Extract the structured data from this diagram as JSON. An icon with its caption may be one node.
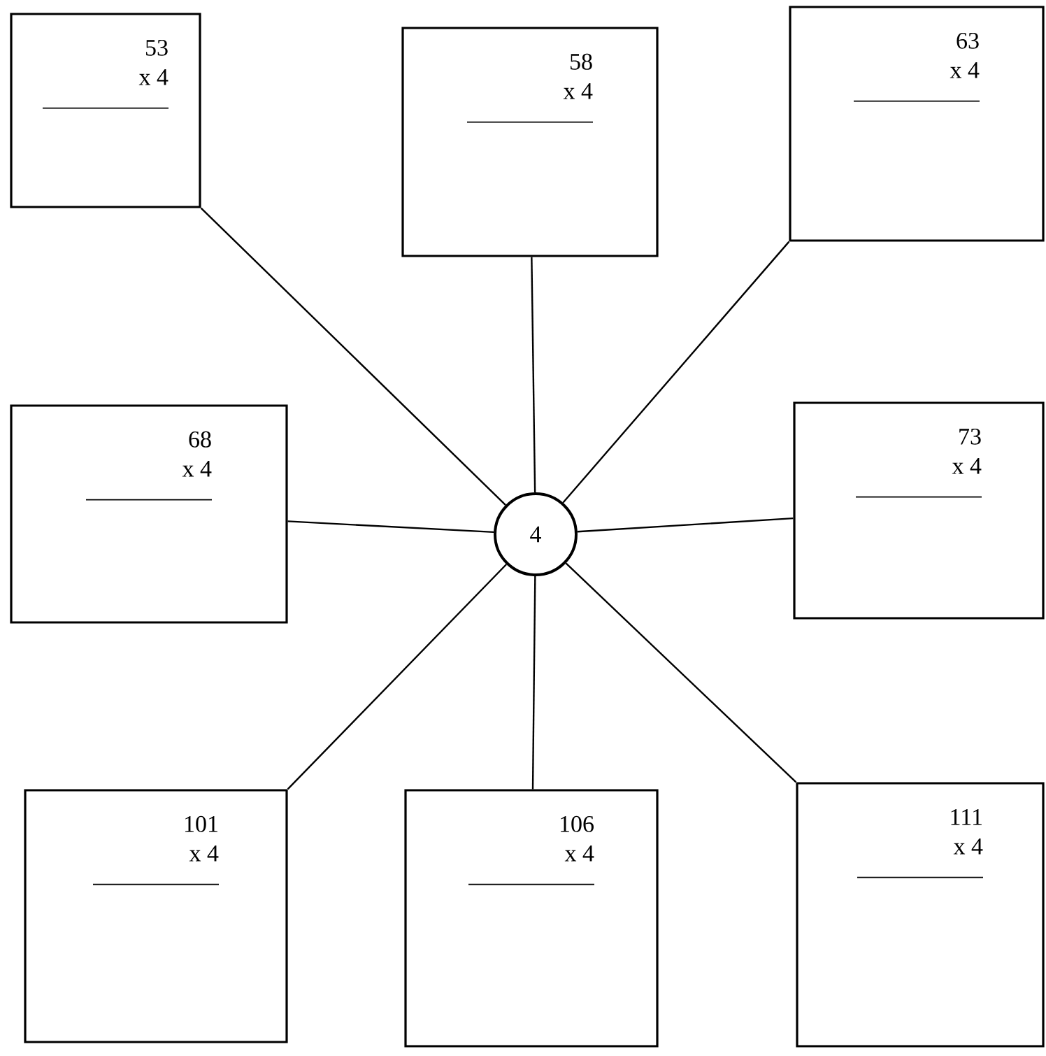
{
  "diagram": {
    "nodes": [
      {
        "text": [
          "4"
        ]
      },
      {
        "text": [
          "53",
          "x 4"
        ]
      },
      {
        "text": [
          "58",
          "x 4"
        ]
      },
      {
        "text": [
          "63",
          "x 4"
        ]
      },
      {
        "text": [
          "68",
          "x 4"
        ]
      },
      {
        "text": [
          "73",
          "x 4"
        ]
      },
      {
        "text": [
          "101",
          "x 4"
        ]
      },
      {
        "text": [
          "106",
          "x 4"
        ]
      },
      {
        "text": [
          "111",
          "x 4"
        ]
      }
    ],
    "edges": [
      {
        "from": 0,
        "to": 1,
        "arrow": "none"
      },
      {
        "from": 0,
        "to": 2,
        "arrow": "none"
      },
      {
        "from": 0,
        "to": 3,
        "arrow": "none"
      },
      {
        "from": 0,
        "to": 4,
        "arrow": "none"
      },
      {
        "from": 0,
        "to": 5,
        "arrow": "none"
      },
      {
        "from": 0,
        "to": 6,
        "arrow": "none"
      },
      {
        "from": 0,
        "to": 7,
        "arrow": "none"
      },
      {
        "from": 0,
        "to": 8,
        "arrow": "none"
      }
    ]
  }
}
